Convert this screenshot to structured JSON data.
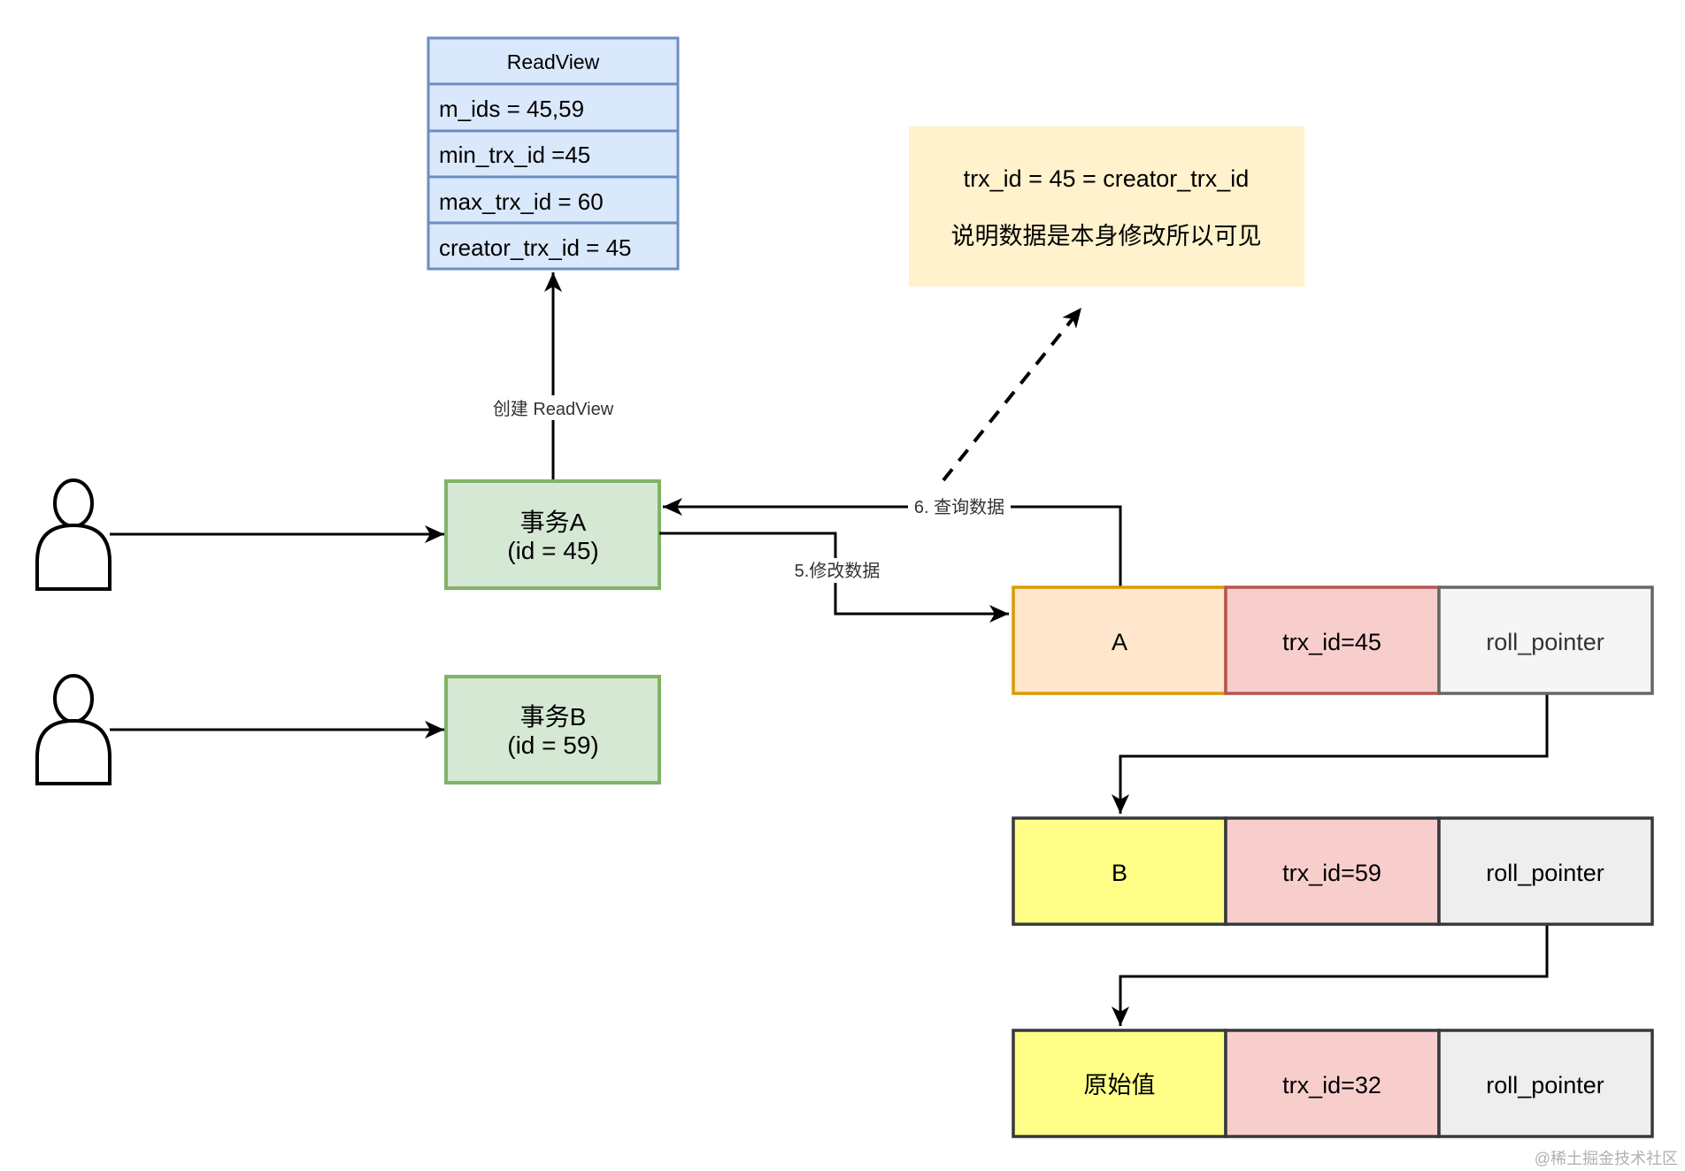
{
  "colors": {
    "rv_fill": "#dae8fc",
    "rv_stroke": "#6c8ebf",
    "trx_fill": "#d5e8d4",
    "trx_stroke": "#82b366",
    "note_fill": "#fff2cc",
    "a_fill": "#ffe6cc",
    "a_stroke": "#d79b00",
    "red_fill": "#f8cecc",
    "red_stroke": "#b85450",
    "gray_fill": "#f5f5f5",
    "gray_stroke": "#666666",
    "yellow_fill": "#ffff88",
    "dark_stroke": "#36393d",
    "gray2_fill": "#eeeeee"
  },
  "readview": {
    "title": "ReadView",
    "rows": [
      "m_ids = 45,59",
      "min_trx_id =45",
      "max_trx_id = 60",
      "creator_trx_id = 45"
    ]
  },
  "note": {
    "line1": "trx_id = 45 = creator_trx_id",
    "line2": "说明数据是本身修改所以可见"
  },
  "trx_a": {
    "line1": "事务A",
    "line2": "(id = 45)"
  },
  "trx_b": {
    "line1": "事务B",
    "line2": "(id = 59)"
  },
  "edges": {
    "create_readview": "创建 ReadView",
    "query": "6. 查询数据",
    "modify": "5.修改数据"
  },
  "versions": [
    {
      "value": "A",
      "trx": "trx_id=45",
      "ptr": "roll_pointer"
    },
    {
      "value": "B",
      "trx": "trx_id=59",
      "ptr": "roll_pointer"
    },
    {
      "value": "原始值",
      "trx": "trx_id=32",
      "ptr": "roll_pointer"
    }
  ],
  "watermark": "@稀土掘金技术社区"
}
